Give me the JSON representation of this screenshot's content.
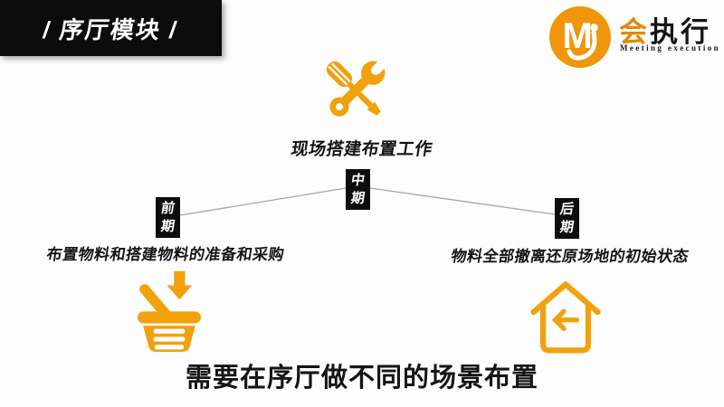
{
  "banner": {
    "title": "/ 序厅模块 /"
  },
  "logo": {
    "monogram": "M",
    "brand_first_char": "会",
    "brand_rest": "执行",
    "tagline": "Meeting execution"
  },
  "diagram": {
    "phase_label": "现场搭建布置工作",
    "stages": [
      {
        "id": "early",
        "char1": "前",
        "char2": "期",
        "description": "布置物料和搭建物料的准备和采购"
      },
      {
        "id": "mid",
        "char1": "中",
        "char2": "期",
        "description": ""
      },
      {
        "id": "late",
        "char1": "后",
        "char2": "期",
        "description": "物料全部撤离还原场地的初始状态"
      }
    ]
  },
  "footer": {
    "headline": "需要在序厅做不同的场景布置"
  },
  "colors": {
    "accent_orange": "#F2A10B",
    "logo_orange": "#F0960B",
    "brand_char_orange": "#E0890B",
    "ink_black": "#141414",
    "banner_black": "#0C0C0C",
    "connector_gray": "#A6A6A6",
    "background": "#FCFDFC"
  }
}
